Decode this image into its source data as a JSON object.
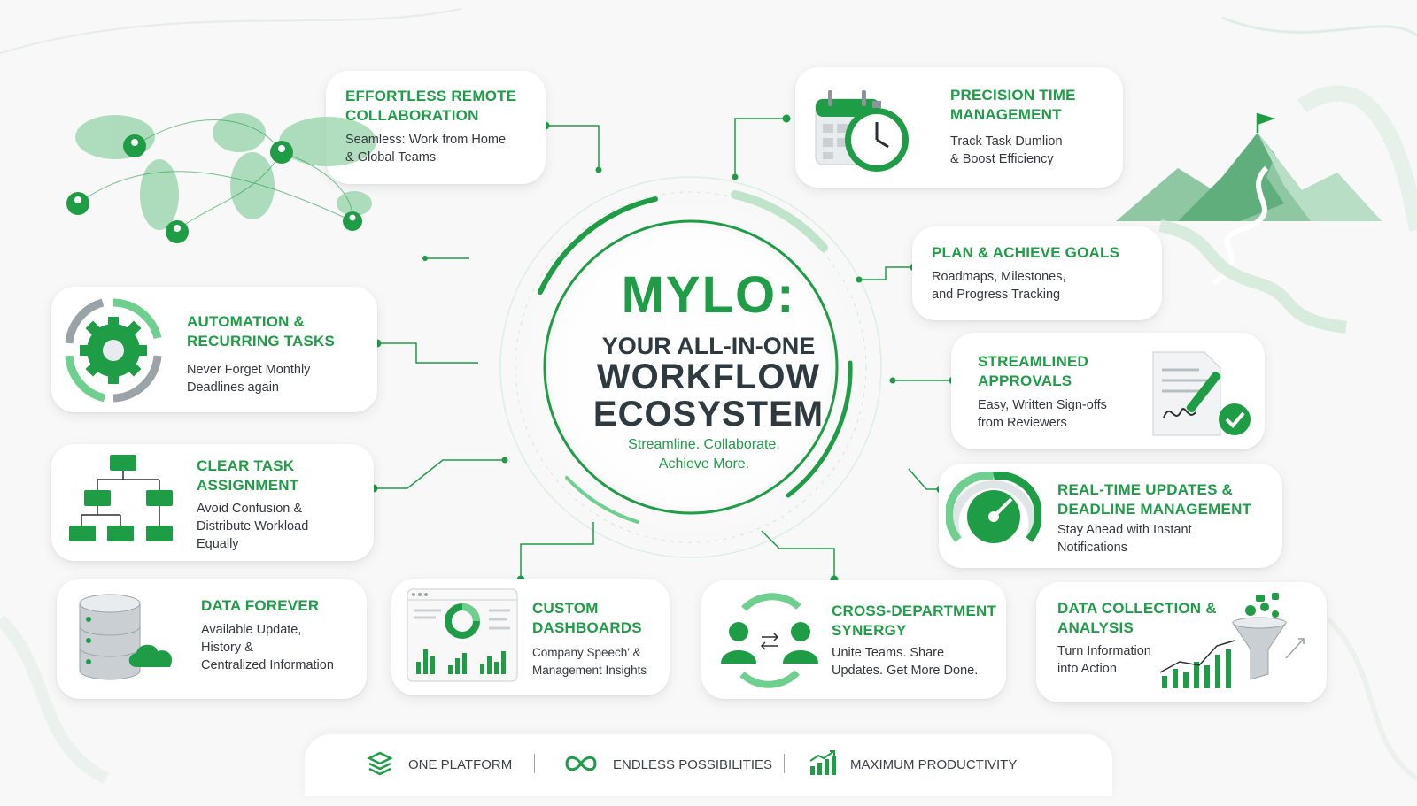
{
  "center": {
    "title": "MYLO:",
    "subtitle_line1": "YOUR ALL-IN-ONE",
    "subtitle_line2": "WORKFLOW",
    "subtitle_line3": "ECOSYSTEM",
    "slogan_line1": "Streamline. Collaborate.",
    "slogan_line2": "Achieve More."
  },
  "cards": {
    "remote": {
      "title_line1": "EFFORTLESS REMOTE",
      "title_line2": "COLLABORATION",
      "desc_line1": "Seamless: Work from Home",
      "desc_line2": "& Global Teams",
      "icon": "world-map-icon"
    },
    "time": {
      "title_line1": "PRECISION TIME",
      "title_line2": "MANAGEMENT",
      "desc_line1": "Track Task Dumlion",
      "desc_line2": "& Boost Efficiency",
      "icon": "stopwatch-calendar-icon"
    },
    "goals": {
      "title_line1": "PLAN & ACHIEVE GOALS",
      "desc_line1": "Roadmaps, Milestones,",
      "desc_line2": "and Progress Tracking",
      "icon": "mountain-flag-icon"
    },
    "automation": {
      "title_line1": "AUTOMATION &",
      "title_line2": "RECURRING TASKS",
      "desc_line1": "Never Forget Monthly",
      "desc_line2": "Deadlines again",
      "icon": "gear-cycle-icon"
    },
    "approvals": {
      "title_line1": "STREAMLINED",
      "title_line2": "APPROVALS",
      "desc_line1": "Easy, Written Sign-offs",
      "desc_line2": "from Reviewers",
      "icon": "signed-document-icon"
    },
    "assignment": {
      "title_line1": "CLEAR TASK",
      "title_line2": "ASSIGNMENT",
      "desc_line1": "Avoid Confusion &",
      "desc_line2": "Distribute Workload",
      "desc_line3": "Equally",
      "icon": "org-chart-icon"
    },
    "realtime": {
      "title_line1": "REAL-TIME UPDATES &",
      "title_line2": "DEADLINE MANAGEMENT",
      "desc_line1": "Stay Ahead with Instant",
      "desc_line2": "Notifications",
      "icon": "speedometer-icon"
    },
    "data_forever": {
      "title_line1": "DATA FOREVER",
      "desc_line1": "Available Update,",
      "desc_line2": "History &",
      "desc_line3": "Centralized Information",
      "icon": "database-cloud-icon"
    },
    "dashboards": {
      "title_line1": "CUSTOM",
      "title_line2": "DASHBOARDS",
      "desc_line1": "Company Speech' &",
      "desc_line2": "Management Insights",
      "icon": "dashboard-icon"
    },
    "synergy": {
      "title_line1": "CROSS-DEPARTMENT",
      "title_line2": "SYNERGY",
      "desc_line1": "Unite Teams. Share",
      "desc_line2": "Updates. Get More Done.",
      "icon": "team-exchange-icon"
    },
    "analysis": {
      "title_line1": "DATA COLLECTION &",
      "title_line2": "ANALYSIS",
      "desc_line1": "Turn Information",
      "desc_line2": "into Action",
      "icon": "funnel-chart-icon"
    }
  },
  "footer": {
    "item1": "ONE PLATFORM",
    "item2": "ENDLESS POSSIBILITIES",
    "item3": "MAXIMUM PRODUCTIVITY",
    "icon1": "layers-icon",
    "icon2": "infinity-icon",
    "icon3": "growth-chart-icon"
  },
  "colors": {
    "accent": "#1f9d46",
    "accent_light": "#6fcf8f",
    "text_dark": "#2e3a40",
    "card_bg": "#ffffff",
    "page_bg": "#f7f8f7"
  }
}
